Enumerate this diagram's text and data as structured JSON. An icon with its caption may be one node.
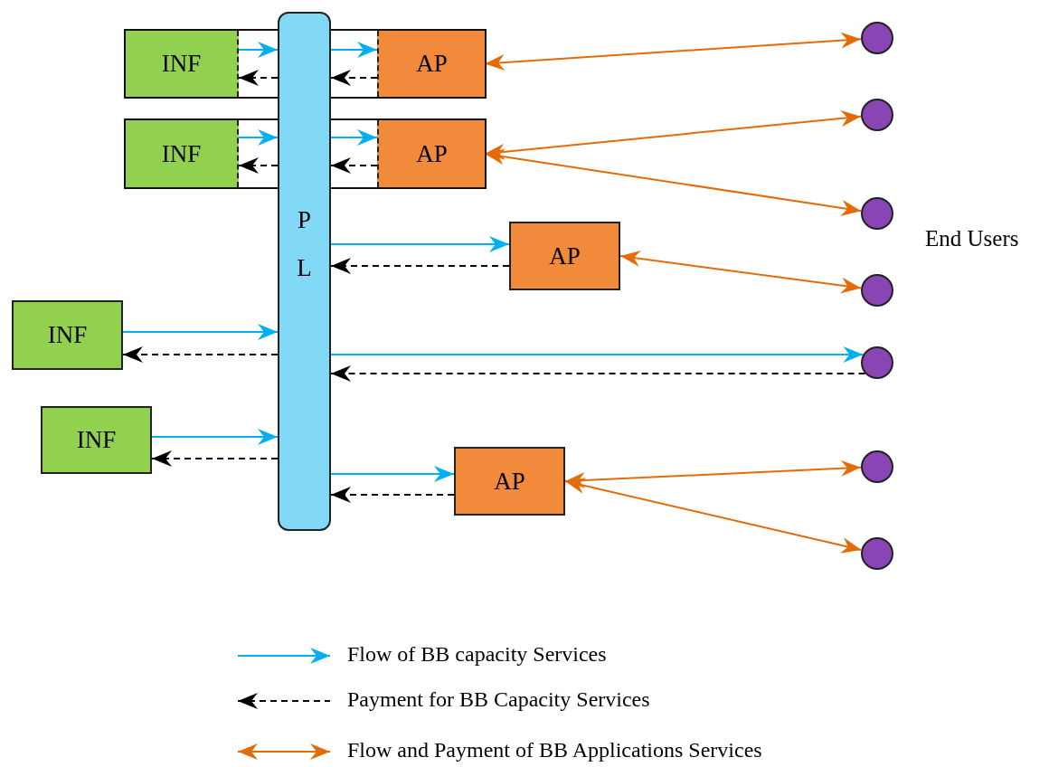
{
  "diagram": {
    "nodes": [
      {
        "text": [],
        "shape": "box"
      },
      {
        "text": [
          "INF"
        ],
        "in": 0
      },
      {
        "text": [
          "AP"
        ],
        "in": 0
      },
      {
        "text": [],
        "shape": "box"
      },
      {
        "text": [
          "INF"
        ],
        "in": 3
      },
      {
        "text": [
          "AP"
        ],
        "in": 3
      },
      {
        "text": [
          "P L"
        ]
      },
      {
        "text": [
          "AP"
        ]
      },
      {
        "text": [
          "INF"
        ]
      },
      {
        "text": [
          "INF"
        ]
      },
      {
        "text": [
          "AP"
        ]
      },
      {
        "text": [],
        "shape": "circle"
      },
      {
        "text": [],
        "shape": "circle"
      },
      {
        "text": [],
        "shape": "circle"
      },
      {
        "text": [],
        "shape": "circle"
      },
      {
        "text": [],
        "shape": "circle"
      },
      {
        "text": [],
        "shape": "circle"
      },
      {
        "text": [],
        "shape": "circle"
      }
    ],
    "edges": [
      {
        "from": 1,
        "to": 6,
        "arrow": "to",
        "color": "#00b0f0"
      },
      {
        "from": 6,
        "to": 1,
        "arrow": "to",
        "style": "dashed",
        "color": "#000000"
      },
      {
        "from": 6,
        "to": 2,
        "arrow": "to",
        "color": "#00b0f0"
      },
      {
        "from": 2,
        "to": 6,
        "arrow": "to",
        "style": "dashed",
        "color": "#000000"
      },
      {
        "from": 2,
        "to": 11,
        "arrow": "both",
        "color": "#e36c09"
      },
      {
        "from": 4,
        "to": 6,
        "arrow": "to",
        "color": "#00b0f0"
      },
      {
        "from": 6,
        "to": 4,
        "arrow": "to",
        "style": "dashed",
        "color": "#000000"
      },
      {
        "from": 6,
        "to": 5,
        "arrow": "to",
        "color": "#00b0f0"
      },
      {
        "from": 5,
        "to": 6,
        "arrow": "to",
        "style": "dashed",
        "color": "#000000"
      },
      {
        "from": 5,
        "to": 12,
        "arrow": "both",
        "color": "#e36c09"
      },
      {
        "from": 5,
        "to": 13,
        "arrow": "both",
        "color": "#e36c09"
      },
      {
        "from": 6,
        "to": 7,
        "arrow": "to",
        "color": "#00b0f0"
      },
      {
        "from": 7,
        "to": 6,
        "arrow": "to",
        "style": "dashed",
        "color": "#000000"
      },
      {
        "from": 7,
        "to": 14,
        "arrow": "both",
        "color": "#e36c09"
      },
      {
        "from": 8,
        "to": 6,
        "arrow": "to",
        "color": "#00b0f0"
      },
      {
        "from": 6,
        "to": 8,
        "arrow": "to",
        "style": "dashed",
        "color": "#000000"
      },
      {
        "from": 6,
        "to": 15,
        "arrow": "to",
        "color": "#00b0f0"
      },
      {
        "from": 15,
        "to": 6,
        "arrow": "to",
        "style": "dashed",
        "color": "#000000"
      },
      {
        "from": 9,
        "to": 6,
        "arrow": "to",
        "color": "#00b0f0"
      },
      {
        "from": 6,
        "to": 9,
        "arrow": "to",
        "style": "dashed",
        "color": "#000000"
      },
      {
        "from": 6,
        "to": 10,
        "arrow": "to",
        "color": "#00b0f0"
      },
      {
        "from": 10,
        "to": 6,
        "arrow": "to",
        "style": "dashed",
        "color": "#000000"
      },
      {
        "from": 10,
        "to": 16,
        "arrow": "both",
        "color": "#e36c09"
      },
      {
        "from": 10,
        "to": 17,
        "arrow": "both",
        "color": "#e36c09"
      }
    ],
    "labels": [
      "End Users"
    ],
    "legend": [
      {
        "text": "Flow of BB capacity Services"
      },
      {
        "text": "Payment for BB Capacity Services"
      },
      {
        "text": "Flow and Payment of BB Applications Services"
      }
    ]
  }
}
